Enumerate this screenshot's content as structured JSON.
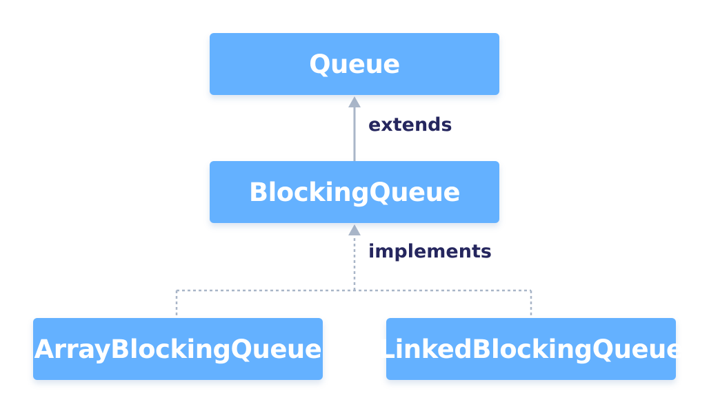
{
  "nodes": {
    "queue": "Queue",
    "blocking_queue": "BlockingQueue",
    "array_blocking_queue": "ArrayBlockingQueue",
    "linked_blocking_queue": "LinkedBlockingQueue"
  },
  "edges": {
    "extends": "extends",
    "implements": "implements"
  },
  "colors": {
    "node_fill": "#64b1ff",
    "node_text": "#ffffff",
    "label_text": "#25265e",
    "connector": "#a9b6c8"
  }
}
